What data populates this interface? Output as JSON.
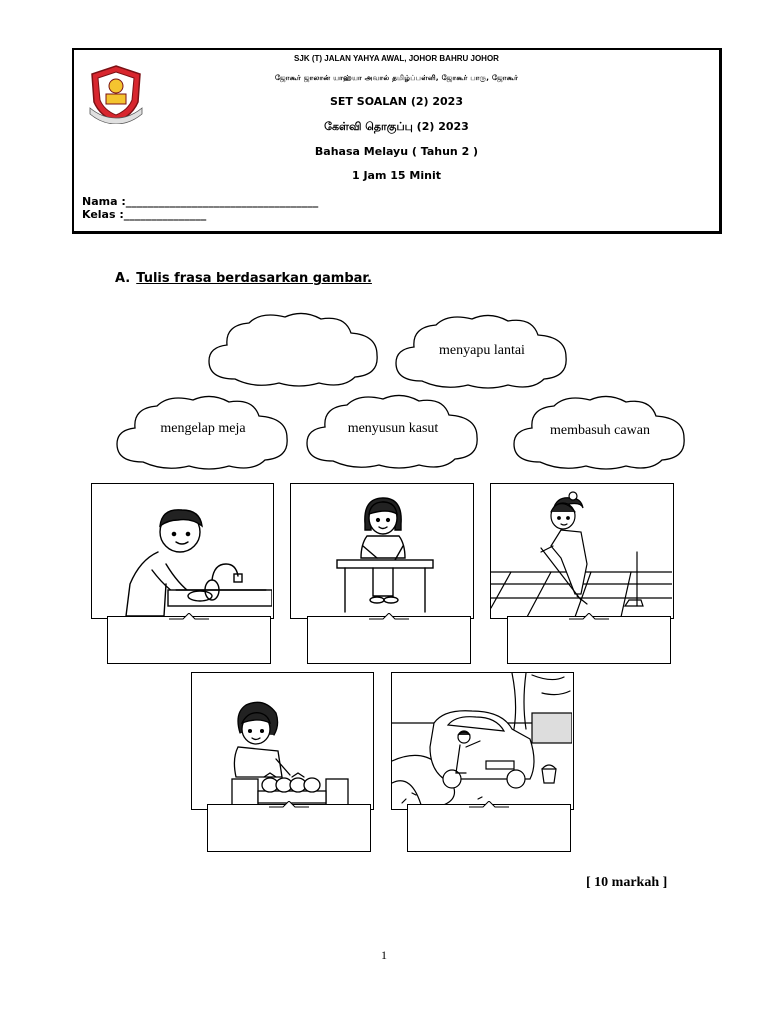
{
  "header": {
    "school": "SJK (T) JALAN YAHYA AWAL,  JOHOR BAHRU  JOHOR",
    "tamil_address": "ஜோகூர் ஜாலான் யாஹ்யா அவால் தமிழ்ப்பள்ளி, ஜோகூர் பாரு, ஜோகூர்",
    "set_title": "SET SOALAN (2) 2023",
    "tamil_set": "கேள்வி தொகுப்பு (2) 2023",
    "subject": "Bahasa Melayu ( Tahun 2 )",
    "duration": "1 Jam 15 Minit",
    "nama_label": "Nama :___________________________________",
    "kelas_label": "Kelas :_______________"
  },
  "section": {
    "letter": "A.",
    "instruction": "Tulis frasa berdasarkan gambar."
  },
  "clouds": [
    {
      "text": ""
    },
    {
      "text": "menyapu lantai"
    },
    {
      "text": "mengelap meja"
    },
    {
      "text": "menyusun kasut"
    },
    {
      "text": "membasuh cawan"
    }
  ],
  "pictures": [
    {
      "icon": "boy-washing-cups-icon"
    },
    {
      "icon": "girl-wiping-table-icon"
    },
    {
      "icon": "girl-sweeping-floor-icon"
    },
    {
      "icon": "girl-arranging-shoes-icon"
    },
    {
      "icon": "boy-washing-car-icon"
    }
  ],
  "marks": "[ 10 markah ]",
  "page_number": "1"
}
